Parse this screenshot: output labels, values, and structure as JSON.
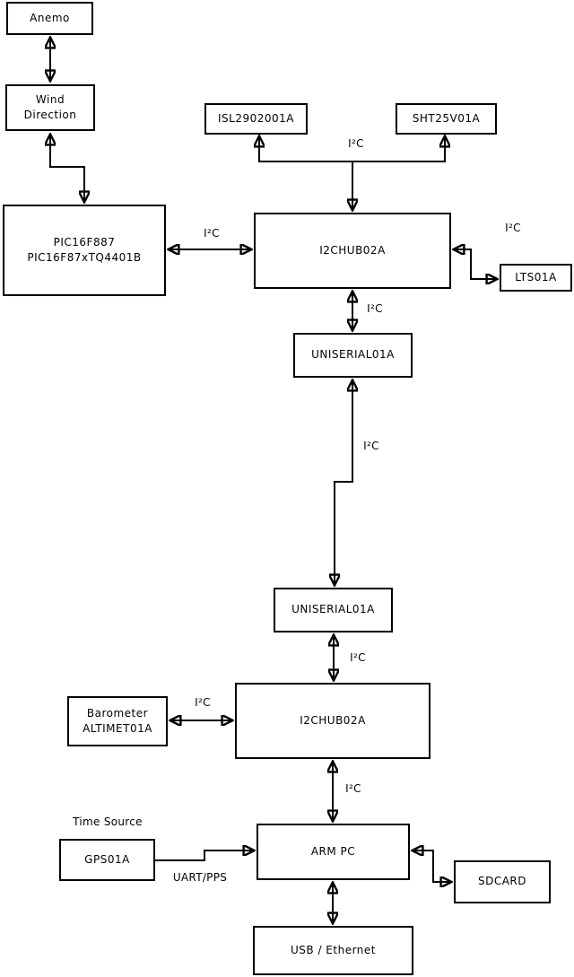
{
  "diagram": {
    "background_color": "#ffffff",
    "line_color": "#000000",
    "box_fill_color": "#ffffff",
    "text_color": "#000000",
    "nodes": {
      "anemo": {
        "label": "Anemo"
      },
      "wind_direction": {
        "label": "Wind\nDirection"
      },
      "pic": {
        "label": "PIC16F887\nPIC16F87xTQ4401B"
      },
      "isl": {
        "label": "ISL2902001A"
      },
      "sht": {
        "label": "SHT25V01A"
      },
      "hub1": {
        "label": "I2CHUB02A"
      },
      "lts": {
        "label": "LTS01A"
      },
      "uniserial1": {
        "label": "UNISERIAL01A"
      },
      "uniserial2": {
        "label": "UNISERIAL01A"
      },
      "hub2": {
        "label": "I2CHUB02A"
      },
      "barometer": {
        "label": "Barometer\nALTIMET01A"
      },
      "arm_pc": {
        "label": "ARM PC"
      },
      "gps": {
        "label": "GPS01A"
      },
      "sdcard": {
        "label": "SDCARD"
      },
      "usb_ethernet": {
        "label": "USB / Ethernet"
      }
    },
    "edge_labels": {
      "i2c": "I²C",
      "uart_pps": "UART/PPS",
      "time_source": "Time Source"
    },
    "edges": [
      {
        "from": "anemo",
        "to": "wind_direction",
        "bidirectional": true
      },
      {
        "from": "wind_direction",
        "to": "pic",
        "bidirectional": true
      },
      {
        "from": "pic",
        "to": "hub1",
        "label": "I²C",
        "bidirectional": true
      },
      {
        "from": "hub1",
        "to": "isl",
        "label": "I²C"
      },
      {
        "from": "hub1",
        "to": "sht",
        "label": "I²C"
      },
      {
        "from": "hub1",
        "to": "lts",
        "label": "I²C",
        "bidirectional": true
      },
      {
        "from": "hub1",
        "to": "uniserial1",
        "label": "I²C",
        "bidirectional": true
      },
      {
        "from": "uniserial1",
        "to": "uniserial2",
        "label": "I²C",
        "bidirectional": true
      },
      {
        "from": "uniserial2",
        "to": "hub2",
        "label": "I²C",
        "bidirectional": true
      },
      {
        "from": "barometer",
        "to": "hub2",
        "label": "I²C",
        "bidirectional": true
      },
      {
        "from": "hub2",
        "to": "arm_pc",
        "label": "I²C",
        "bidirectional": true
      },
      {
        "from": "gps",
        "to": "arm_pc",
        "label": "UART/PPS"
      },
      {
        "from": "arm_pc",
        "to": "sdcard",
        "bidirectional": true
      },
      {
        "from": "arm_pc",
        "to": "usb_ethernet",
        "bidirectional": true
      }
    ]
  }
}
